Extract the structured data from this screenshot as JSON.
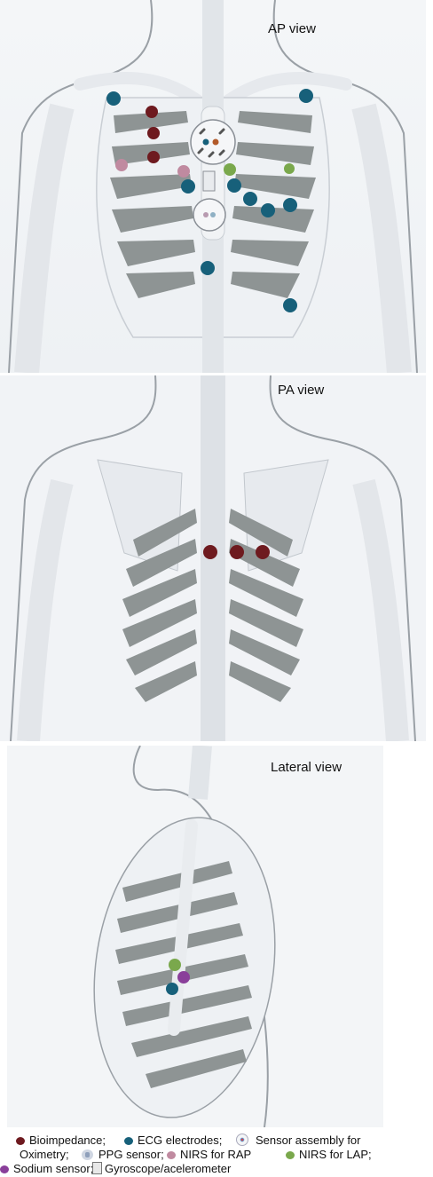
{
  "views": {
    "ap": "AP view",
    "pa": "PA view",
    "lateral": "Lateral view"
  },
  "legend": {
    "bioimpedance": "Bioimpedance;",
    "ecg": "ECG electrodes;",
    "sensor_assembly": "Sensor assembly for",
    "oximetry": "Oximetry;",
    "ppg": "PPG sensor;",
    "nirs_rap": "NIRS for RAP",
    "nirs_lap": "NIRS for LAP;",
    "sodium": "Sodium sensor;",
    "gyroscope": "Gyroscope/acelerometer"
  },
  "colors": {
    "bioimpedance": "#6e1a1f",
    "ecg": "#17607a",
    "nirs_rap": "#c08aa0",
    "nirs_lap": "#7aa84c",
    "sodium": "#8a3f9a",
    "rib": "#8e9494",
    "bone": "#e9ecef",
    "outline": "#9aa0a6"
  },
  "icons": [
    "sensor-assembly-icon",
    "ppg-sensor-icon",
    "gyroscope-icon"
  ]
}
